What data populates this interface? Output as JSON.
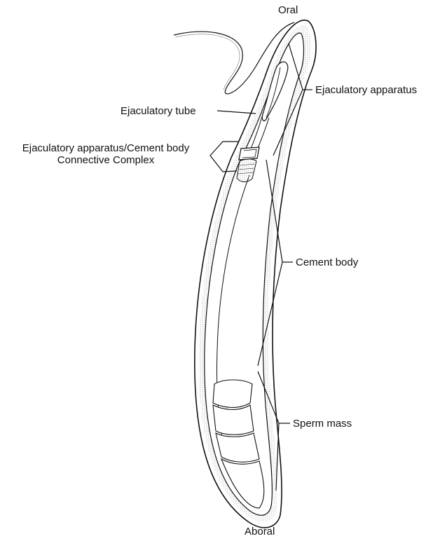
{
  "labels": {
    "oral": "Oral",
    "aboral": "Aboral",
    "ejaculatory_apparatus": "Ejaculatory apparatus",
    "ejaculatory_tube": "Ejaculatory tube",
    "connective_complex_line1": "Ejaculatory apparatus/Cement body",
    "connective_complex_line2": "Connective Complex",
    "cement_body": "Cement body",
    "sperm_mass": "Sperm mass"
  },
  "colors": {
    "ink": "#111111",
    "stipple": "#8a8a8a",
    "background": "#ffffff"
  }
}
